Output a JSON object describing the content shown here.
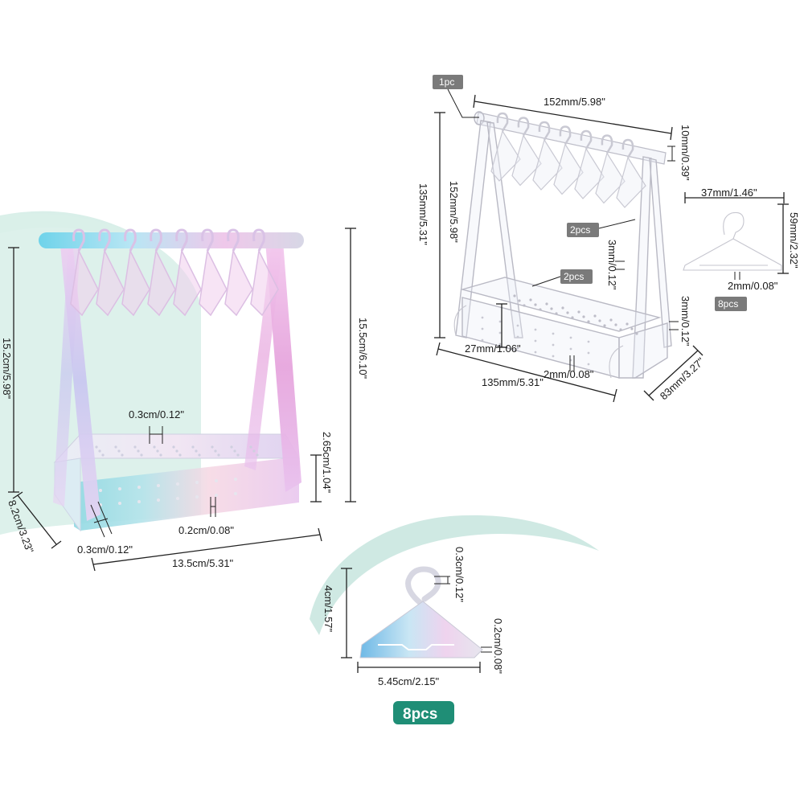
{
  "colors": {
    "mint": "#d9efe9",
    "badge_gray": "#7a7a7a",
    "badge_green": "#1f8e76",
    "iridescent_blue": "#7fd6ea",
    "iridescent_pink": "#e7a9dc"
  },
  "left_product": {
    "dims": {
      "top_bar_gap": "0.3cm/0.12\"",
      "total_height": "15.5cm/6.10\"",
      "frame_height": "15.2cm/5.98\"",
      "base_height": "2.65cm/1.04\"",
      "depth": "8.2cm/3.23\"",
      "panel_thickness": "0.3cm/0.12\"",
      "hole_gap": "0.2cm/0.08\"",
      "width": "13.5cm/5.31\""
    }
  },
  "right_product": {
    "badges": {
      "rack": "1pc",
      "legs": "2pcs",
      "base": "2pcs",
      "hangers": "8pcs"
    },
    "dims": {
      "bar_width": "152mm/5.98\"",
      "bar_diameter": "10mm/0.39\"",
      "outer_height": "135mm/5.31\"",
      "leg_height": "152mm/5.98\"",
      "leg_thickness": "3mm/0.12\"",
      "base_thickness": "3mm/0.12\"",
      "base_height": "27mm/1.06\"",
      "hole_gap": "2mm/0.08\"",
      "base_width": "135mm/5.31\"",
      "depth": "83mm/3.27\""
    },
    "hanger_dims": {
      "width": "37mm/1.46\"",
      "height": "59mm/2.32\"",
      "thickness": "2mm/0.08\""
    }
  },
  "hanger_detail": {
    "badge": "8pcs",
    "dims": {
      "hook_thickness": "0.3cm/0.12\"",
      "height": "4cm/1.57\"",
      "thickness": "0.2cm/0.08\"",
      "width": "5.45cm/2.15\""
    }
  }
}
